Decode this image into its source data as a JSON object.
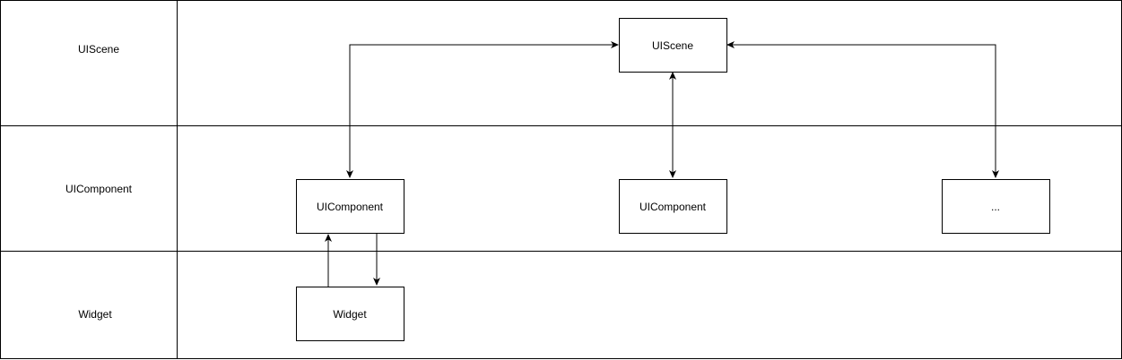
{
  "colors": {
    "stroke": "#000000",
    "fill": "#ffffff",
    "text": "#000000"
  },
  "lanes": [
    {
      "id": "lane-uiscene",
      "label": "UIScene"
    },
    {
      "id": "lane-uicomponent",
      "label": "UIComponent"
    },
    {
      "id": "lane-widget",
      "label": "Widget"
    }
  ],
  "nodes": {
    "scene": {
      "label": "UIScene"
    },
    "component_left": {
      "label": "UIComponent"
    },
    "component_mid": {
      "label": "UIComponent"
    },
    "component_more": {
      "label": "..."
    },
    "widget": {
      "label": "Widget"
    }
  },
  "edges": [
    {
      "from": "scene",
      "to": "component_left",
      "direction": "both"
    },
    {
      "from": "scene",
      "to": "component_mid",
      "direction": "both"
    },
    {
      "from": "scene",
      "to": "component_more",
      "direction": "both"
    },
    {
      "from": "widget",
      "to": "component_left",
      "direction": "forward"
    },
    {
      "from": "component_left",
      "to": "widget",
      "direction": "forward"
    }
  ]
}
